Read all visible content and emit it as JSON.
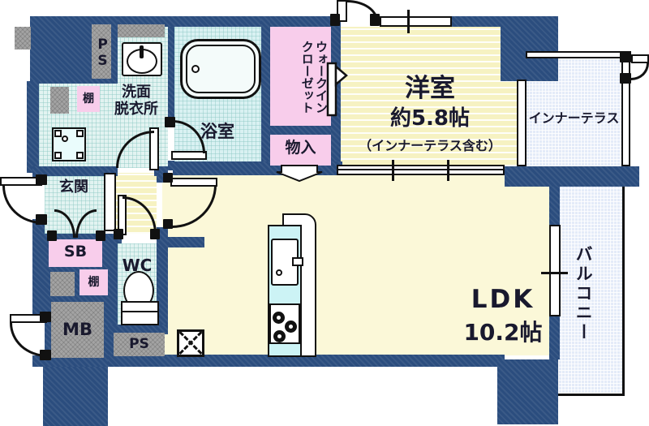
{
  "floorplan": {
    "rooms": {
      "western_room": {
        "name": "洋室",
        "size": "約5.8帖",
        "note": "（インナーテラス含む）"
      },
      "ldk": {
        "name": "LDK",
        "size": "10.2帖"
      },
      "inner_terrace": {
        "name": "インナーテラス"
      },
      "balcony": {
        "name": "バルコニー"
      },
      "washroom": {
        "line1": "洗面",
        "line2": "脱衣所"
      },
      "bathroom": {
        "name": "浴室"
      },
      "entrance": {
        "name": "玄関"
      },
      "toilet_room": {
        "name": "WC"
      },
      "walk_in_closet": {
        "line1": "ウォークイン",
        "line2": "クローゼット"
      },
      "storage": {
        "name": "物入"
      }
    },
    "labels": {
      "shoe_box": "SB",
      "meter_box": "MB",
      "pipe_space_top": "PS",
      "pipe_space_bottom": "PS",
      "shelf_top": "棚",
      "shelf_bottom": "棚"
    },
    "colors": {
      "wall_navy": "#2b4d7e",
      "room_yellow": "#f8f4c8",
      "water_cyan": "#e2f3f1",
      "closet_pink": "#f8cdeb",
      "terrace_blue": "#e4ebf8",
      "service_gray": "#a3a3a3",
      "outline_black": "#111111"
    }
  }
}
